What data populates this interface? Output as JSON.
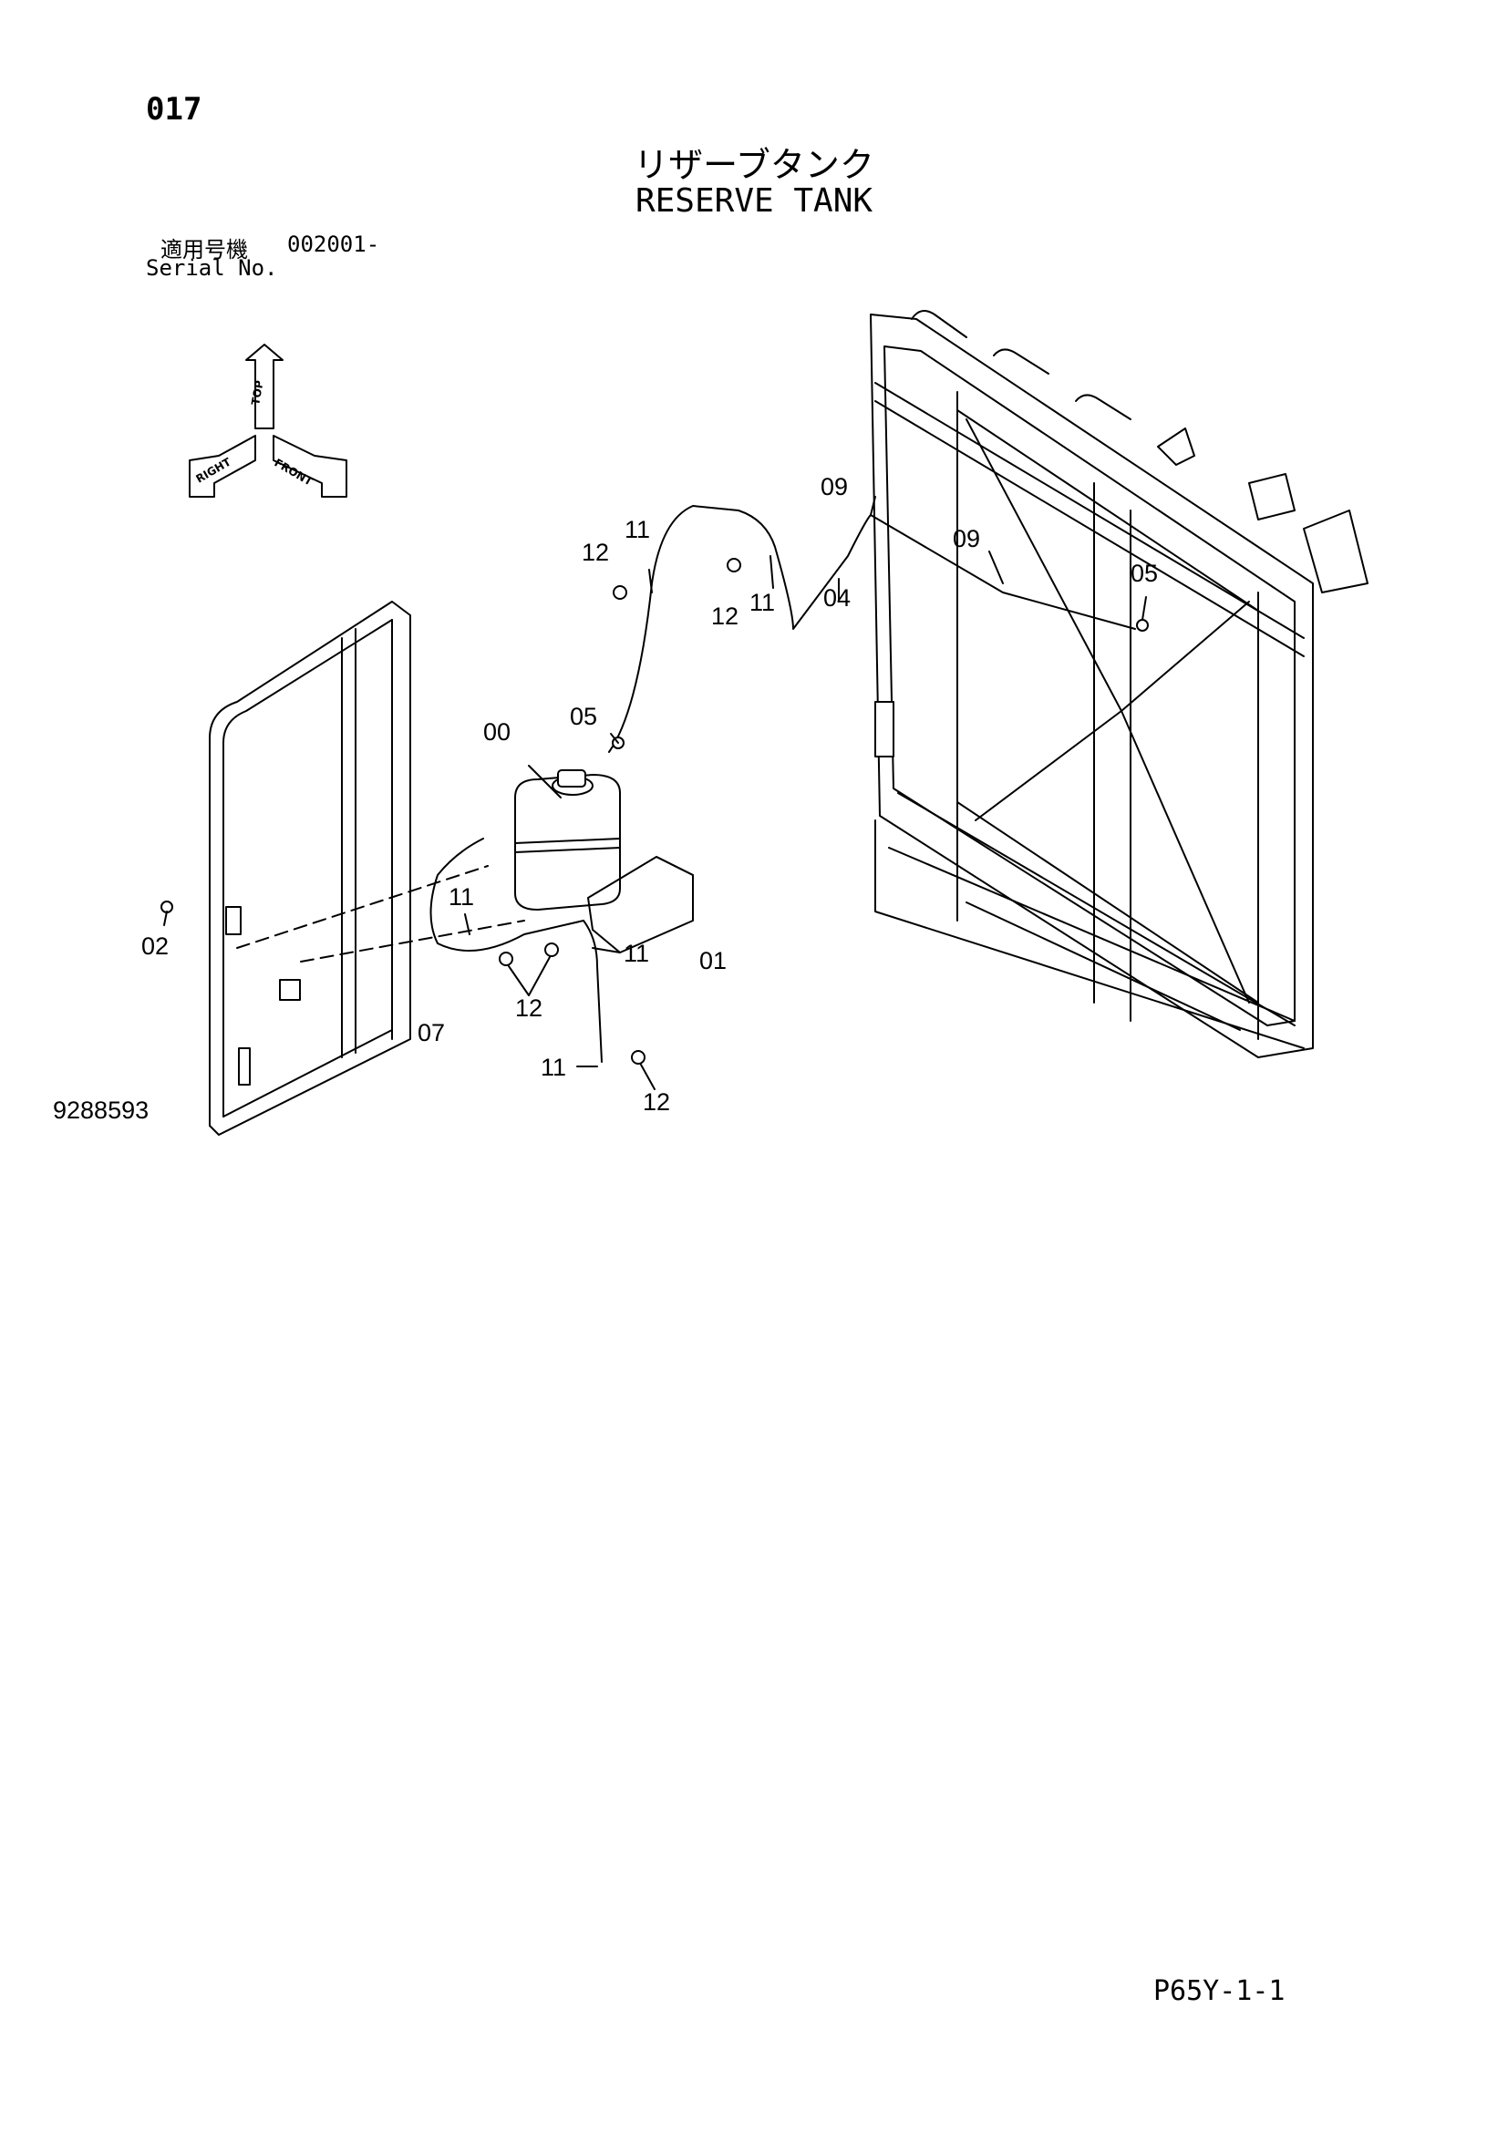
{
  "header": {
    "page_number": "017",
    "title_jp": "リザーブタンク",
    "title_en": "RESERVE TANK",
    "serial_label_jp": "適用号機",
    "serial_range": "002001-",
    "serial_label_en": "Serial No."
  },
  "orientation_indicator": {
    "top": "TOP",
    "right": "RIGHT",
    "front": "FRONT"
  },
  "callouts": [
    {
      "id": "00",
      "label": "00"
    },
    {
      "id": "01",
      "label": "01"
    },
    {
      "id": "02",
      "label": "02"
    },
    {
      "id": "04",
      "label": "04"
    },
    {
      "id": "05a",
      "label": "05"
    },
    {
      "id": "05b",
      "label": "05"
    },
    {
      "id": "07",
      "label": "07"
    },
    {
      "id": "09a",
      "label": "09"
    },
    {
      "id": "09b",
      "label": "09"
    },
    {
      "id": "11a",
      "label": "11"
    },
    {
      "id": "11b",
      "label": "11"
    },
    {
      "id": "11c",
      "label": "11"
    },
    {
      "id": "11d",
      "label": "11"
    },
    {
      "id": "11e",
      "label": "11"
    },
    {
      "id": "12a",
      "label": "12"
    },
    {
      "id": "12b",
      "label": "12"
    },
    {
      "id": "12c",
      "label": "12"
    },
    {
      "id": "12d",
      "label": "12"
    }
  ],
  "footer": {
    "drawing_number": "9288593",
    "page_ref": "P65Y-1-1"
  }
}
